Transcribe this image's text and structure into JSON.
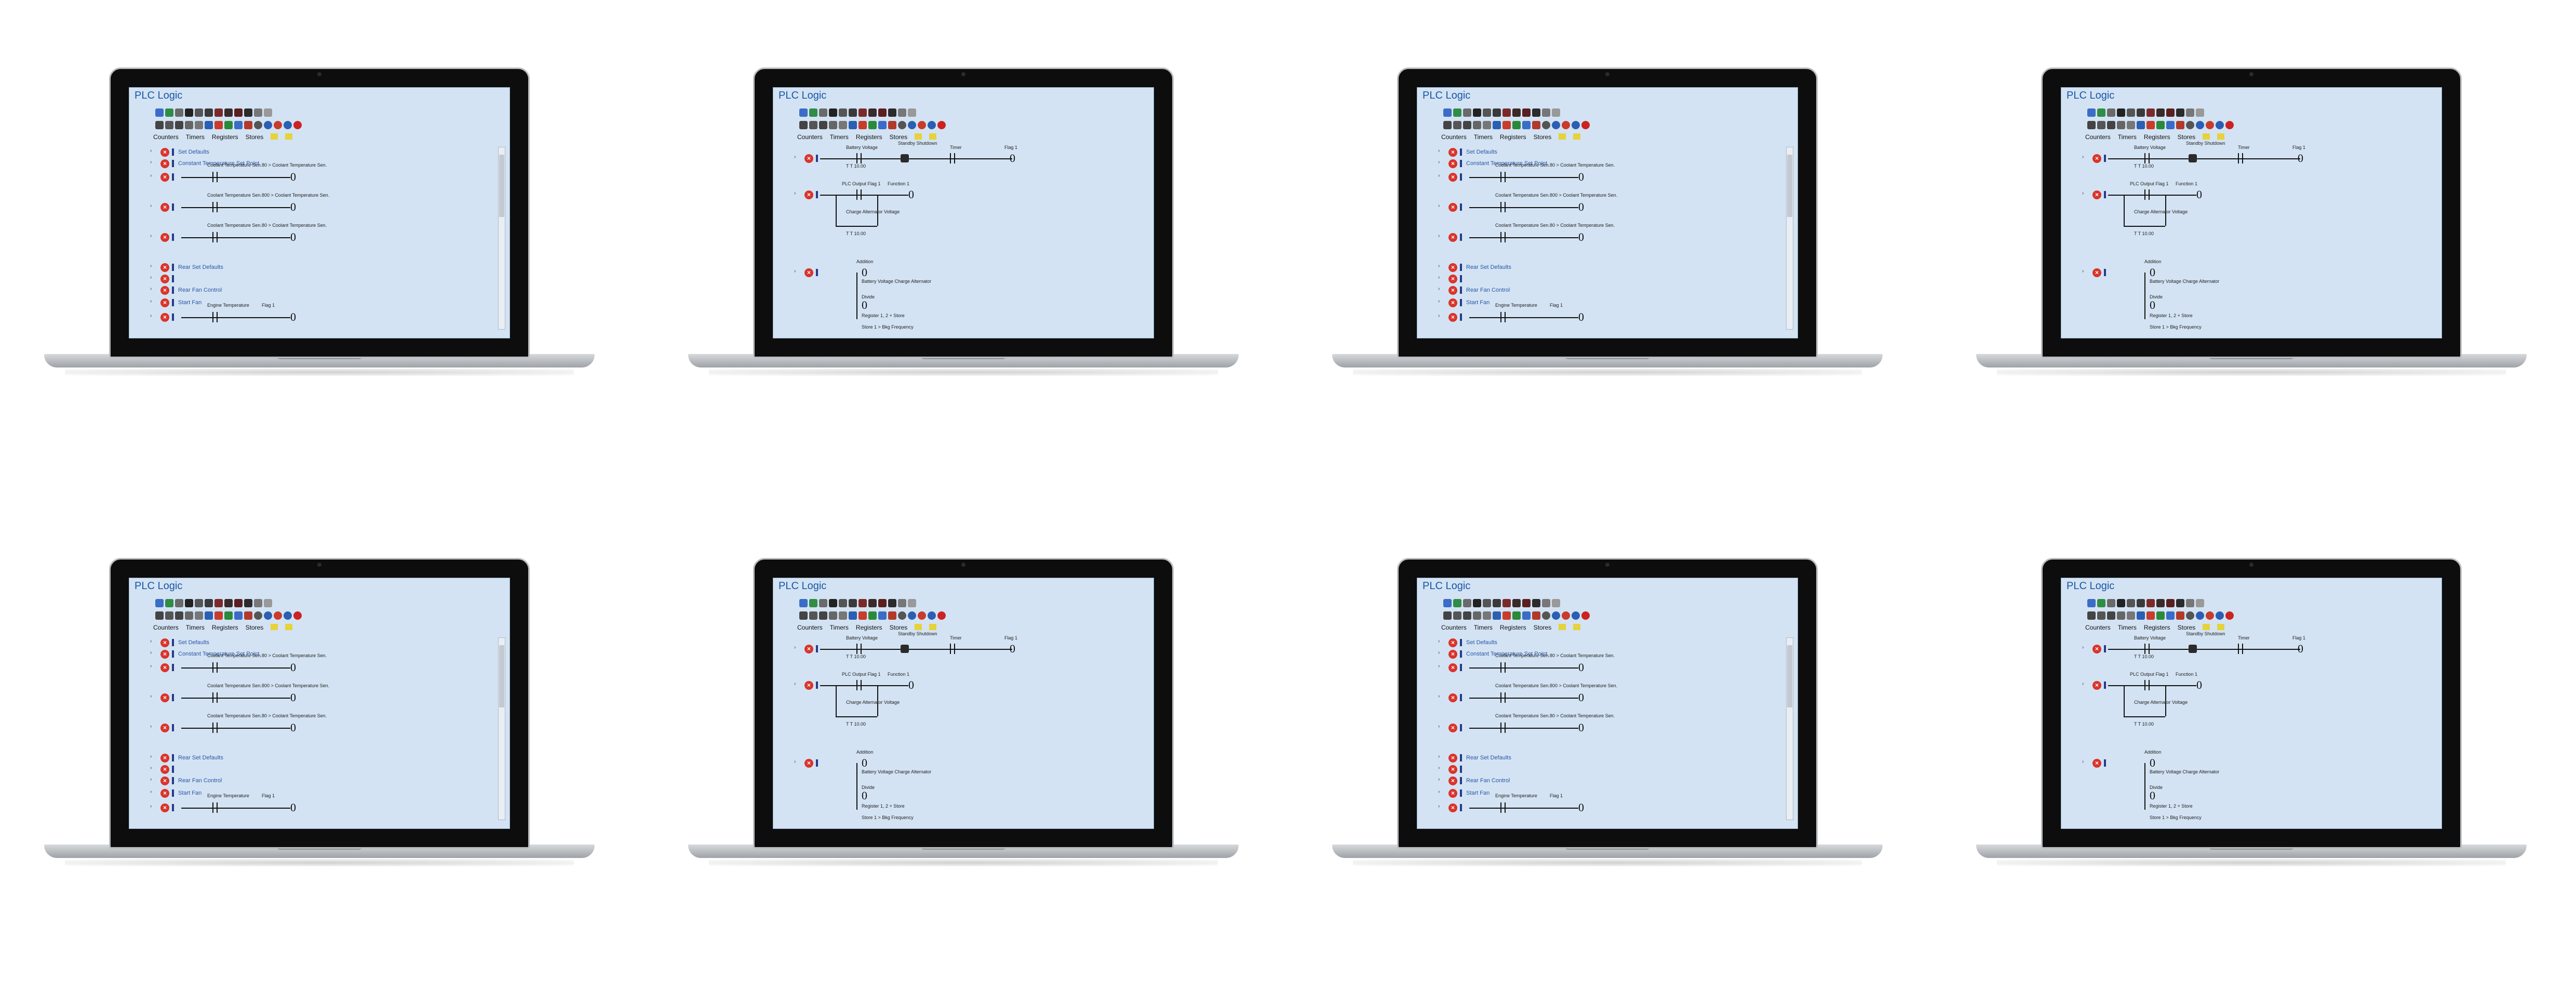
{
  "window_title": "PLC Logic",
  "tabs": [
    "Counters",
    "Timers",
    "Registers",
    "Stores"
  ],
  "colors": {
    "screen_bg": "#d3e3f3",
    "title": "#1a56a6",
    "delete": "#d9342b",
    "bezel": "#0d0d0d"
  },
  "variant_a": {
    "rung_labels": {
      "set_defaults": "Set Defaults",
      "constant_temp": "Constant Temperature Set Point",
      "rear_fan_control": "Rear Fan Control",
      "start_fan": "Start Fan",
      "rear_set_defaults": "Rear Set Defaults"
    },
    "contact_labels": {
      "coolant_temp": "Coolant Temperature Sen.",
      "bo_coolant": "80 > Coolant Temperature Sen.",
      "boo_coolant": "800 > Coolant Temperature Sen.",
      "engine_temp": "Engine Temperature"
    },
    "coil_label": "Flag 1"
  },
  "variant_b": {
    "labels": {
      "battery_voltage": "Battery Voltage",
      "standby": "Standby Shutdown",
      "timer": "Timer",
      "flag1": "Flag 1",
      "plc_output": "PLC Output Flag 1",
      "function1": "Function 1",
      "charge_alt": "Charge Alternator Voltage",
      "addition": "Addition",
      "battery_charge": "Battery Voltage Charge Alternator",
      "divide": "Divide",
      "register": "Register 1, 2 + Store",
      "store_freq": "Store 1 > Bkg Frequency",
      "tt": "T T 10.00"
    }
  },
  "laptops": [
    {
      "variant": "a"
    },
    {
      "variant": "b"
    },
    {
      "variant": "a"
    },
    {
      "variant": "b"
    },
    {
      "variant": "a"
    },
    {
      "variant": "b"
    },
    {
      "variant": "a"
    },
    {
      "variant": "b"
    }
  ]
}
